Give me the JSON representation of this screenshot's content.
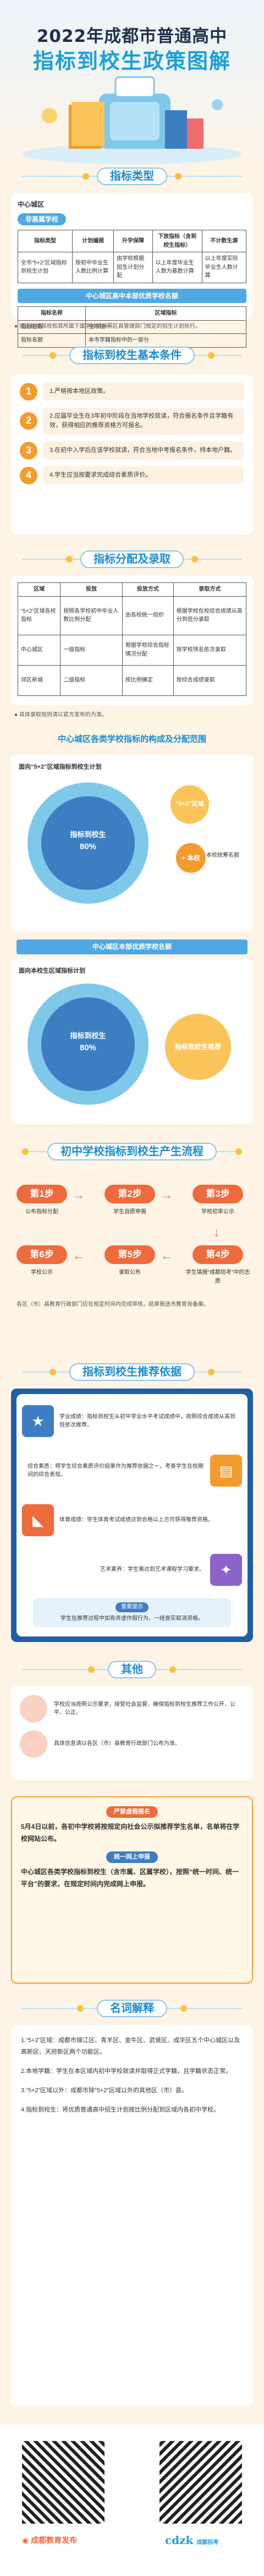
{
  "hero": {
    "title_line1": "2022年成都市普通高中",
    "title_line2": "指标到校生政策图解"
  },
  "section1": {
    "title": "指标类型",
    "center_label": "中心城区",
    "center_subtitle": "非高属学校",
    "table1": {
      "headers": [
        "指标类型",
        "计划编报",
        "升学保障",
        "下放指标（含到校生指标）",
        "不计数生源"
      ],
      "row": [
        "全市“5+2”区域指标到校生计划",
        "按初中毕业生人数比例计算",
        "由学校根据招生计划分配",
        "以上年度毕业生人数为基数计算",
        "以上年度实际毕业生人数计算"
      ]
    },
    "cc_subtitle": "中心城区高中本部优质学校名额",
    "table2": {
      "headers": [
        "指标名称",
        "区域指标"
      ],
      "rows": [
        [
          "指标总数",
          "全市统一"
        ],
        [
          "指标名额",
          "本市学籍指标中的一部分"
        ]
      ]
    },
    "note": "● 郊区新城高校和其所属下属学校请按照区县管理部门规定的招生计划执行。"
  },
  "section2": {
    "title": "指标到校生基本条件",
    "items": [
      {
        "num": "1",
        "text": "1.严格按本地区政策。"
      },
      {
        "num": "2",
        "text": "2.应届毕业生在3年初中阶段在当地学校就读，符合报名条件且学籍有效，获得相应的推荐资格方可报名。"
      },
      {
        "num": "3",
        "text": "3.在初中入学后在该学校就读，符合当地中考报名条件，持本地户籍。"
      },
      {
        "num": "4",
        "text": "4.学生应当按要求完成综合素质评价。"
      }
    ]
  },
  "section3": {
    "title": "指标分配及录取",
    "table": {
      "headers": [
        "区域",
        "投放",
        "投放方式",
        "录取方式"
      ],
      "rows": [
        [
          "“5+2”区域各校指标",
          "按照各学校初中毕业人数比例分配",
          "由各校统一组织",
          "根据学校在校综合成绩从高分到低分录取"
        ],
        [
          "中心城区",
          "一级指标",
          "根据学校综合指标情况分配",
          "按学校排名依次录取"
        ],
        [
          "郊区新城",
          "二级指标",
          "按比例确定",
          "按综合成绩录取"
        ]
      ]
    },
    "note": "● 具体录取规则请以官方发布的为准。"
  },
  "section4": {
    "title": "中心城区各类学校指标的构成及分配范围",
    "chart1": {
      "header": "面向“5+2”区域指标到校生计划",
      "inner_label": "指标到校生",
      "inner_pct": "80%",
      "bubble1": "“5+2”区域",
      "bubble2": "+ 本校",
      "bubble3": "本校统筹名额"
    },
    "cc_header": "中心城区本部优质学校名额",
    "chart2": {
      "header": "面向本校生区域指标计划",
      "inner_label": "指标到校生",
      "inner_pct": "80%",
      "bubble": "指标到校生推荐"
    }
  },
  "section5": {
    "title": "初中学校指标到校生产生流程",
    "steps": [
      {
        "label": "第1步",
        "cap": "公布指标分配"
      },
      {
        "label": "第2步",
        "cap": "学生自愿申报"
      },
      {
        "label": "第3步",
        "cap": "学校初审公示"
      },
      {
        "label": "第4步",
        "cap": "学生填报“成都招考”中的志愿"
      },
      {
        "label": "第5步",
        "cap": "录取公布"
      },
      {
        "label": "第6步",
        "cap": "学校公示"
      }
    ],
    "note": "各区（市）县教育行政部门应在规定时间内完成审核，结果报送市教育局备案。"
  },
  "section6": {
    "title": "指标到校生推荐依据",
    "rows": [
      {
        "icon": "trophy-icon",
        "text": "学业成绩：指标到校生从初中学业水平考试成绩中，按照综合成绩从高到低依次推荐。"
      },
      {
        "icon": "book-icon",
        "text": "综合素质：将学生综合素质评价结果作为推荐依据之一，考查学生在校期间的综合表现。"
      },
      {
        "icon": "shoe-icon",
        "text": "体育成绩：学生体育考试成绩达到合格以上方可获得推荐资格。"
      },
      {
        "icon": "palette-icon",
        "text": "艺术素养：学生需达到艺术课程学习要求。"
      }
    ],
    "notice_title": "重要提示",
    "notice": "学生在推荐过程中如有弄虚作假行为，一经查实取消资格。"
  },
  "section7": {
    "title": "其他",
    "items": [
      {
        "text": "学校应当按照公示要求，接受社会监督，确保指标到校生推荐工作公开、公平、公正。"
      },
      {
        "text": "具体信息请以各区（市）县教育行政部门公布为准。"
      }
    ]
  },
  "section8": {
    "label1": "严禁虚假报名",
    "text1": "5月4日以前，各初中学校将按规定向社会公示拟推荐学生名单，名单将在学校网站公布。",
    "label2": "统一网上申报",
    "text2": "中心城区各类学校指标到校生（含市属、区属学校），按照“统一时间、统一平台”的要求，在规定时间内完成网上申报。",
    "label3": ""
  },
  "section9": {
    "title": "名词解释",
    "items": [
      {
        "text": "1.“5+2”区域：成都市锦江区、青羊区、金牛区、武侯区、成华区五个中心城区以及高新区、天府新区两个功能区。"
      },
      {
        "text": "2.本地学籍：学生在本区域内初中学校就读并取得正式学籍，且学籍状态正常。"
      },
      {
        "text": "3.“5+2”区域以外：成都市除“5+2”区域以外的其他区（市）县。"
      },
      {
        "text": "4.指标到校生：将优质普通高中招生计划按比例分配到区域内各初中学校。"
      }
    ]
  },
  "footer": {
    "logo1": "成都教育发布",
    "logo2": "cdzk",
    "logo2_sub": "成都招考"
  },
  "colors": {
    "accent": "#1a9fd9",
    "orange": "#ef6a3c",
    "bg": "#fdf4e6"
  }
}
